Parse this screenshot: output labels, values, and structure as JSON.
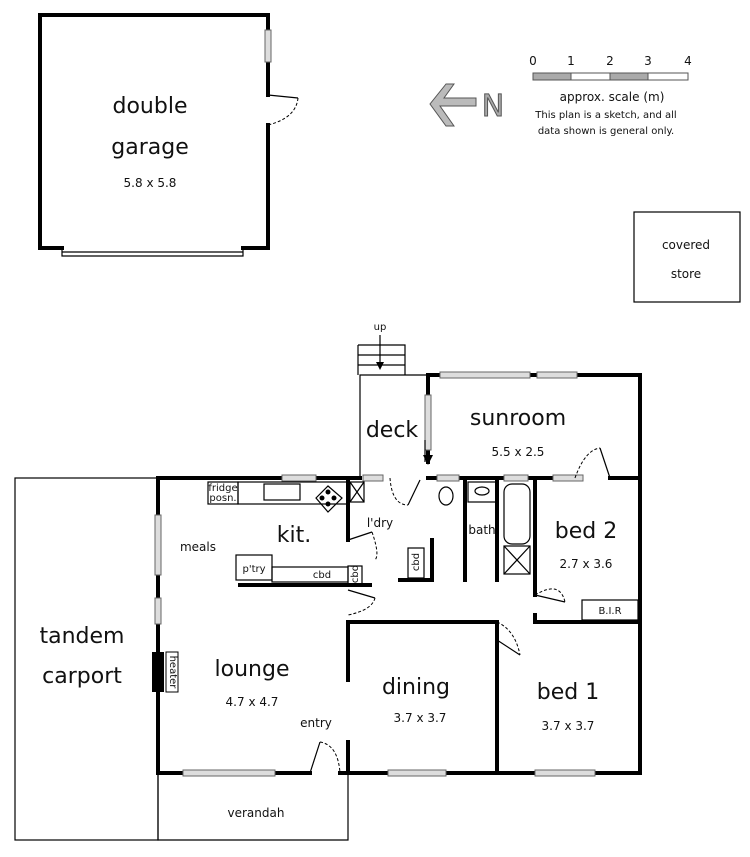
{
  "rooms": {
    "garage": {
      "name_1": "double",
      "name_2": "garage",
      "size": "5.8 x 5.8"
    },
    "covered_store": {
      "name_1": "covered",
      "name_2": "store"
    },
    "deck": {
      "name": "deck"
    },
    "sunroom": {
      "name": "sunroom",
      "size": "5.5 x 2.5"
    },
    "kitchen": {
      "name": "kit."
    },
    "meals": {
      "name": "meals"
    },
    "laundry": {
      "name": "l'dry"
    },
    "bath": {
      "name": "bath"
    },
    "bed2": {
      "name": "bed 2",
      "size": "2.7 x 3.6"
    },
    "lounge": {
      "name": "lounge",
      "size": "4.7 x 4.7"
    },
    "dining": {
      "name": "dining",
      "size": "3.7 x 3.7"
    },
    "bed1": {
      "name": "bed 1",
      "size": "3.7 x 3.7"
    },
    "carport": {
      "name_1": "tandem",
      "name_2": "carport"
    },
    "verandah": {
      "name": "verandah"
    },
    "entry": {
      "name": "entry"
    }
  },
  "fixtures": {
    "fridge_1": "fridge",
    "fridge_2": "posn.",
    "pantry": "p'try",
    "cbd": "cbd",
    "bir": "B.I.R",
    "heater": "heater",
    "up": "up"
  },
  "legend": {
    "north": "N",
    "scale_ticks": [
      "0",
      "1",
      "2",
      "3",
      "4"
    ],
    "scale_label": "approx. scale (m)",
    "disclaimer_1": "This plan is a sketch, and all",
    "disclaimer_2": "data shown is general only."
  }
}
